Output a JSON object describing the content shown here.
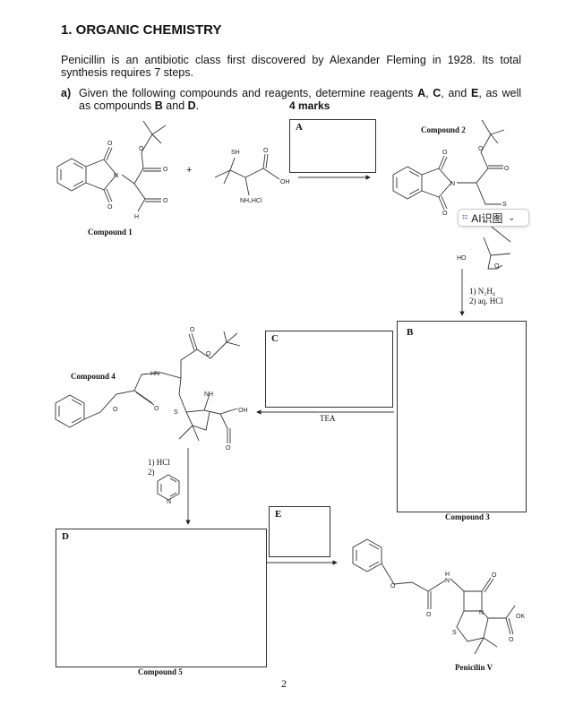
{
  "heading": "1. ORGANIC CHEMISTRY",
  "intro": "Penicillin is an antibiotic class first discovered by Alexander Fleming in 1928. Its total synthesis requires 7 steps.",
  "question": {
    "label": "a)",
    "text_prefix": "Given the following compounds and reagents, determine reagents ",
    "A": "A",
    "sep1": ", ",
    "C": "C",
    "sep2": ", and ",
    "E": "E",
    "text_mid": ", as well as compounds ",
    "B": "B",
    "and": " and ",
    "D": "D",
    "end": ".",
    "marks": "4 marks"
  },
  "boxes": {
    "A": "A",
    "B": "B",
    "C": "C",
    "D": "D",
    "E": "E"
  },
  "captions": {
    "c1": "Compound 1",
    "c2": "Compound 2",
    "c3": "Compound 3",
    "c4": "Compound 4",
    "c5": "Compound 5",
    "pen": "Penicilin V"
  },
  "conditions": {
    "step_b_1": "1) N₂H₄",
    "step_b_2": "2) aq. HCl",
    "tea": "TEA",
    "step_d_1": "1) HCl",
    "step_d_2": "2)"
  },
  "atoms": {
    "o": "O",
    "n": "N",
    "s": "S",
    "h": "H",
    "sh": "SH",
    "oh": "OH",
    "ho": "HO",
    "nh2hcl": "NH₂HCl",
    "hn": "HN",
    "nh": "NH",
    "ok": "OK"
  },
  "plus": "+",
  "overlay": {
    "label": "AI识图"
  },
  "page_number": "2"
}
